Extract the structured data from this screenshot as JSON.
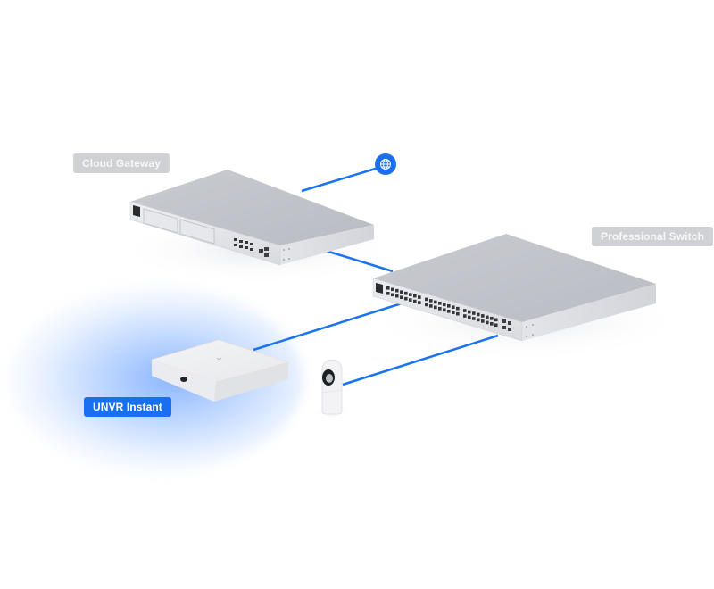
{
  "diagram": {
    "title": "UniFi network topology",
    "accent_color": "#1a6ff0",
    "link_color": "#1a73f0",
    "nodes": [
      {
        "id": "internet",
        "label": "",
        "icon": "globe-icon",
        "kind": "internet"
      },
      {
        "id": "gateway",
        "label": "Cloud Gateway",
        "kind": "rack-gateway",
        "highlighted": false
      },
      {
        "id": "switch",
        "label": "Professional Switch",
        "kind": "rack-switch",
        "highlighted": false
      },
      {
        "id": "unvr",
        "label": "UNVR Instant",
        "kind": "nvr",
        "highlighted": true
      },
      {
        "id": "camera",
        "label": "",
        "kind": "camera",
        "highlighted": false
      }
    ],
    "links": [
      {
        "from": "gateway",
        "to": "internet"
      },
      {
        "from": "gateway",
        "to": "switch"
      },
      {
        "from": "unvr",
        "to": "switch"
      },
      {
        "from": "camera",
        "to": "switch"
      }
    ],
    "gateway_ports": {
      "rj45": 8,
      "sfp": 2
    },
    "switch_ports": {
      "rj45": 48,
      "sfp": 4
    }
  }
}
